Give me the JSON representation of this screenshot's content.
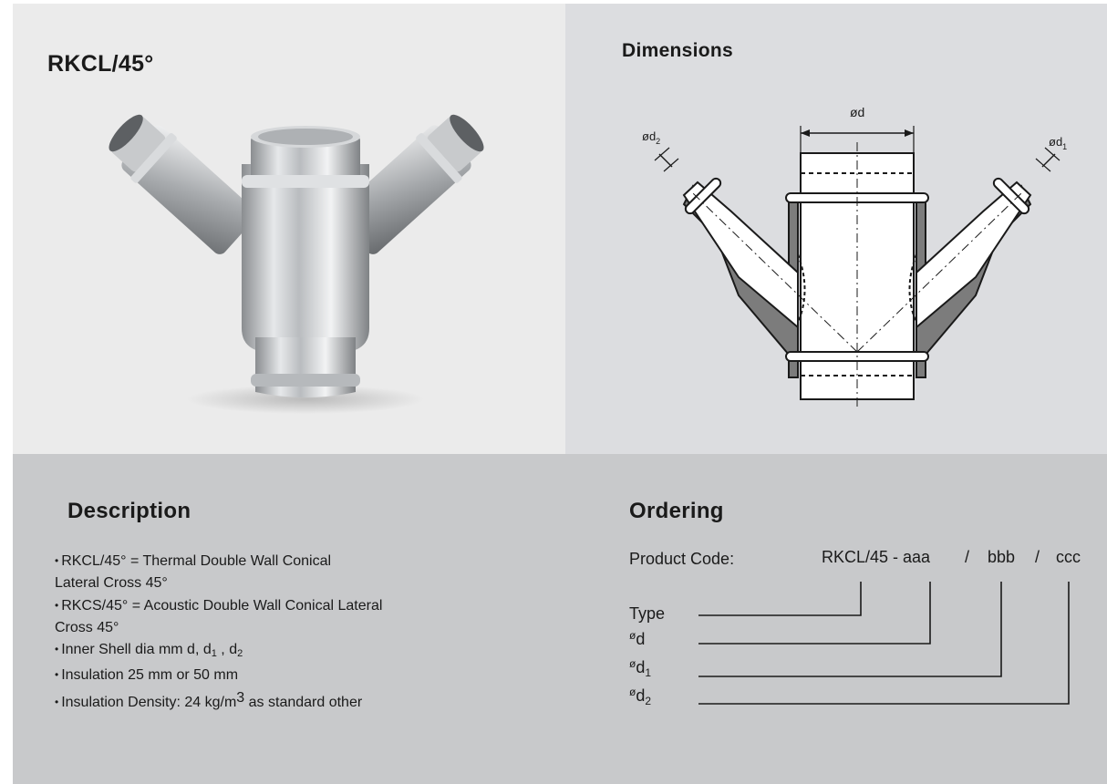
{
  "header": {
    "title": "RKCL/45°"
  },
  "dimensions": {
    "title": "Dimensions",
    "labels": {
      "d": "ød",
      "d1_base": "ød",
      "d1_sub": "1",
      "d2_base": "ød",
      "d2_sub": "2"
    }
  },
  "description": {
    "title": "Description",
    "items": [
      "RKCL/45° = Thermal Double Wall Conical Lateral Cross 45°",
      "RKCS/45° = Acoustic Double Wall Conical Lateral Cross 45°",
      "Inner Shell dia mm d, d1 , d2",
      "Insulation 25 mm or 50 mm",
      "Insulation Density: 24 kg/m3 as standard other"
    ],
    "line1a": "RKCL/45° = Thermal Double Wall Conical",
    "line1b": "Lateral Cross 45°",
    "line2a": "RKCS/45° = Acoustic Double Wall Conical Lateral",
    "line2b": "Cross 45°",
    "line3_pre": "Inner Shell dia mm d, d",
    "line3_sub1": "1",
    "line3_mid": " , d",
    "line3_sub2": "2",
    "line4": "Insulation 25 mm or 50 mm",
    "line5_pre": "Insulation Density: 24 kg/m",
    "line5_sup": "3",
    "line5_post": " as standard other"
  },
  "ordering": {
    "title": "Ordering",
    "product_code_label": "Product Code:",
    "code_parts": [
      "RKCL/45 - aaa",
      "/",
      "bbb",
      "/",
      "ccc"
    ],
    "rows": [
      {
        "symbol": "",
        "label": "Type",
        "sub": ""
      },
      {
        "symbol": "ø",
        "label": "d",
        "sub": ""
      },
      {
        "symbol": "ø",
        "label": "d",
        "sub": "1"
      },
      {
        "symbol": "ø",
        "label": "d",
        "sub": "2"
      }
    ]
  }
}
